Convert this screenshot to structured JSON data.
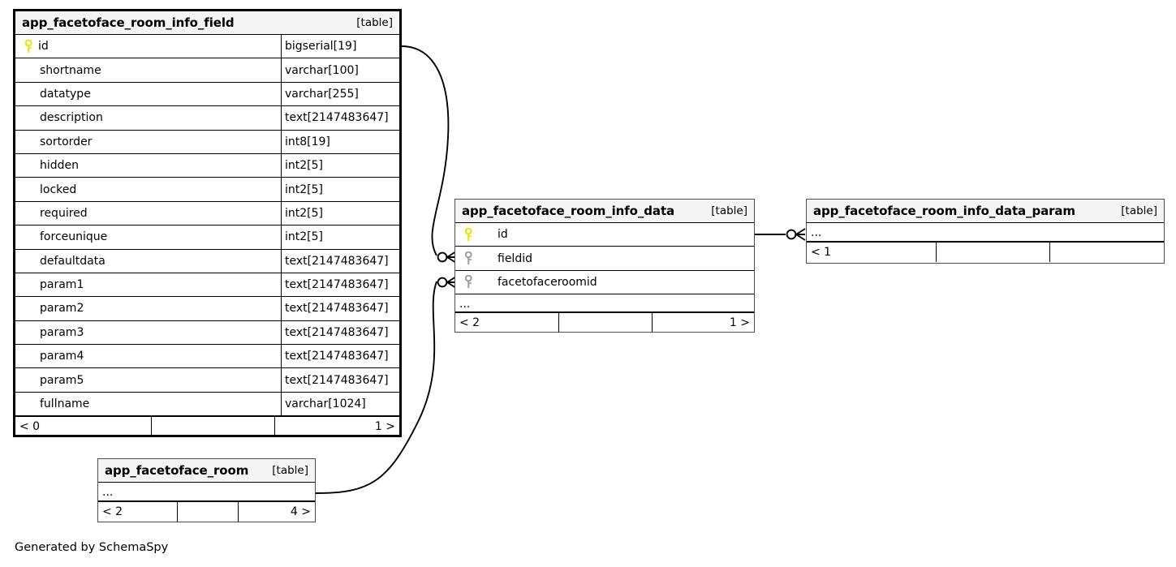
{
  "diagram": {
    "generator_note": "Generated by SchemaSpy",
    "table_tag": "[table]",
    "ellipsis": "...",
    "key_colors": {
      "primary_key": "#e8e800",
      "foreign_key": "#a0a0a0"
    }
  },
  "tables": {
    "room_info_field": {
      "name": "app_facetoface_room_info_field",
      "tag": "[table]",
      "columns": [
        {
          "key": "primary",
          "name": "id",
          "type": "bigserial[19]"
        },
        {
          "key": "none",
          "name": "shortname",
          "type": "varchar[100]"
        },
        {
          "key": "none",
          "name": "datatype",
          "type": "varchar[255]"
        },
        {
          "key": "none",
          "name": "description",
          "type": "text[2147483647]"
        },
        {
          "key": "none",
          "name": "sortorder",
          "type": "int8[19]"
        },
        {
          "key": "none",
          "name": "hidden",
          "type": "int2[5]"
        },
        {
          "key": "none",
          "name": "locked",
          "type": "int2[5]"
        },
        {
          "key": "none",
          "name": "required",
          "type": "int2[5]"
        },
        {
          "key": "none",
          "name": "forceunique",
          "type": "int2[5]"
        },
        {
          "key": "none",
          "name": "defaultdata",
          "type": "text[2147483647]"
        },
        {
          "key": "none",
          "name": "param1",
          "type": "text[2147483647]"
        },
        {
          "key": "none",
          "name": "param2",
          "type": "text[2147483647]"
        },
        {
          "key": "none",
          "name": "param3",
          "type": "text[2147483647]"
        },
        {
          "key": "none",
          "name": "param4",
          "type": "text[2147483647]"
        },
        {
          "key": "none",
          "name": "param5",
          "type": "text[2147483647]"
        },
        {
          "key": "none",
          "name": "fullname",
          "type": "varchar[1024]"
        }
      ],
      "footer": {
        "left": "< 0",
        "middle": "",
        "right": "1 >"
      }
    },
    "room_info_data": {
      "name": "app_facetoface_room_info_data",
      "tag": "[table]",
      "columns": [
        {
          "key": "primary",
          "name": "id"
        },
        {
          "key": "foreign",
          "name": "fieldid"
        },
        {
          "key": "foreign",
          "name": "facetofaceroomid"
        }
      ],
      "more_row": "...",
      "footer": {
        "left": "< 2",
        "middle": "",
        "right": "1 >"
      }
    },
    "room_info_data_param": {
      "name": "app_facetoface_room_info_data_param",
      "tag": "[table]",
      "more_row": "...",
      "footer": {
        "left": "< 1",
        "middle": "",
        "right": ""
      }
    },
    "room": {
      "name": "app_facetoface_room",
      "tag": "[table]",
      "more_row": "...",
      "footer": {
        "left": "< 2",
        "middle": "",
        "right": "4 >"
      }
    }
  },
  "relationships": [
    {
      "name": "field-id-to-data-fieldid",
      "from": "app_facetoface_room_info_field.id",
      "to": "app_facetoface_room_info_data.fieldid"
    },
    {
      "name": "room-to-data-facetofaceroomid",
      "from": "app_facetoface_room",
      "to": "app_facetoface_room_info_data.facetofaceroomid"
    },
    {
      "name": "data-id-to-param",
      "from": "app_facetoface_room_info_data.id",
      "to": "app_facetoface_room_info_data_param"
    }
  ]
}
